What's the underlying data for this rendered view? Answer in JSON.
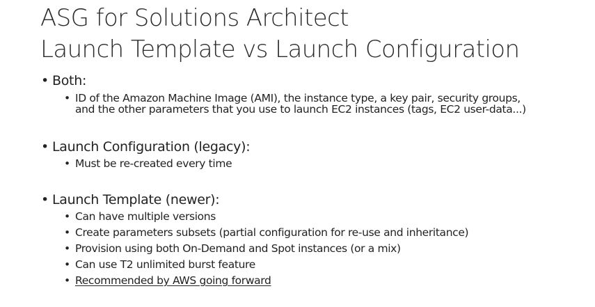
{
  "title": {
    "line1": "ASG for Solutions Architect",
    "line2": "Launch Template vs Launch Configuration"
  },
  "sections": [
    {
      "heading": "Both:",
      "items": [
        "ID of the Amazon Machine Image (AMI), the instance type, a key pair, security groups,",
        "and the other parameters that you use to launch EC2 instances (tags, EC2 user-data...)"
      ]
    },
    {
      "heading": "Launch Configuration (legacy):",
      "items": [
        "Must be re-created every time"
      ]
    },
    {
      "heading": "Launch Template (newer):",
      "items": [
        "Can have multiple versions",
        "Create parameters subsets (partial configuration for re-use and inheritance)",
        "Provision using both On-Demand and Spot instances (or a mix)",
        "Can use T2 unlimited burst feature",
        "Recommended by AWS going forward"
      ]
    }
  ],
  "bullet_glyph": "•"
}
